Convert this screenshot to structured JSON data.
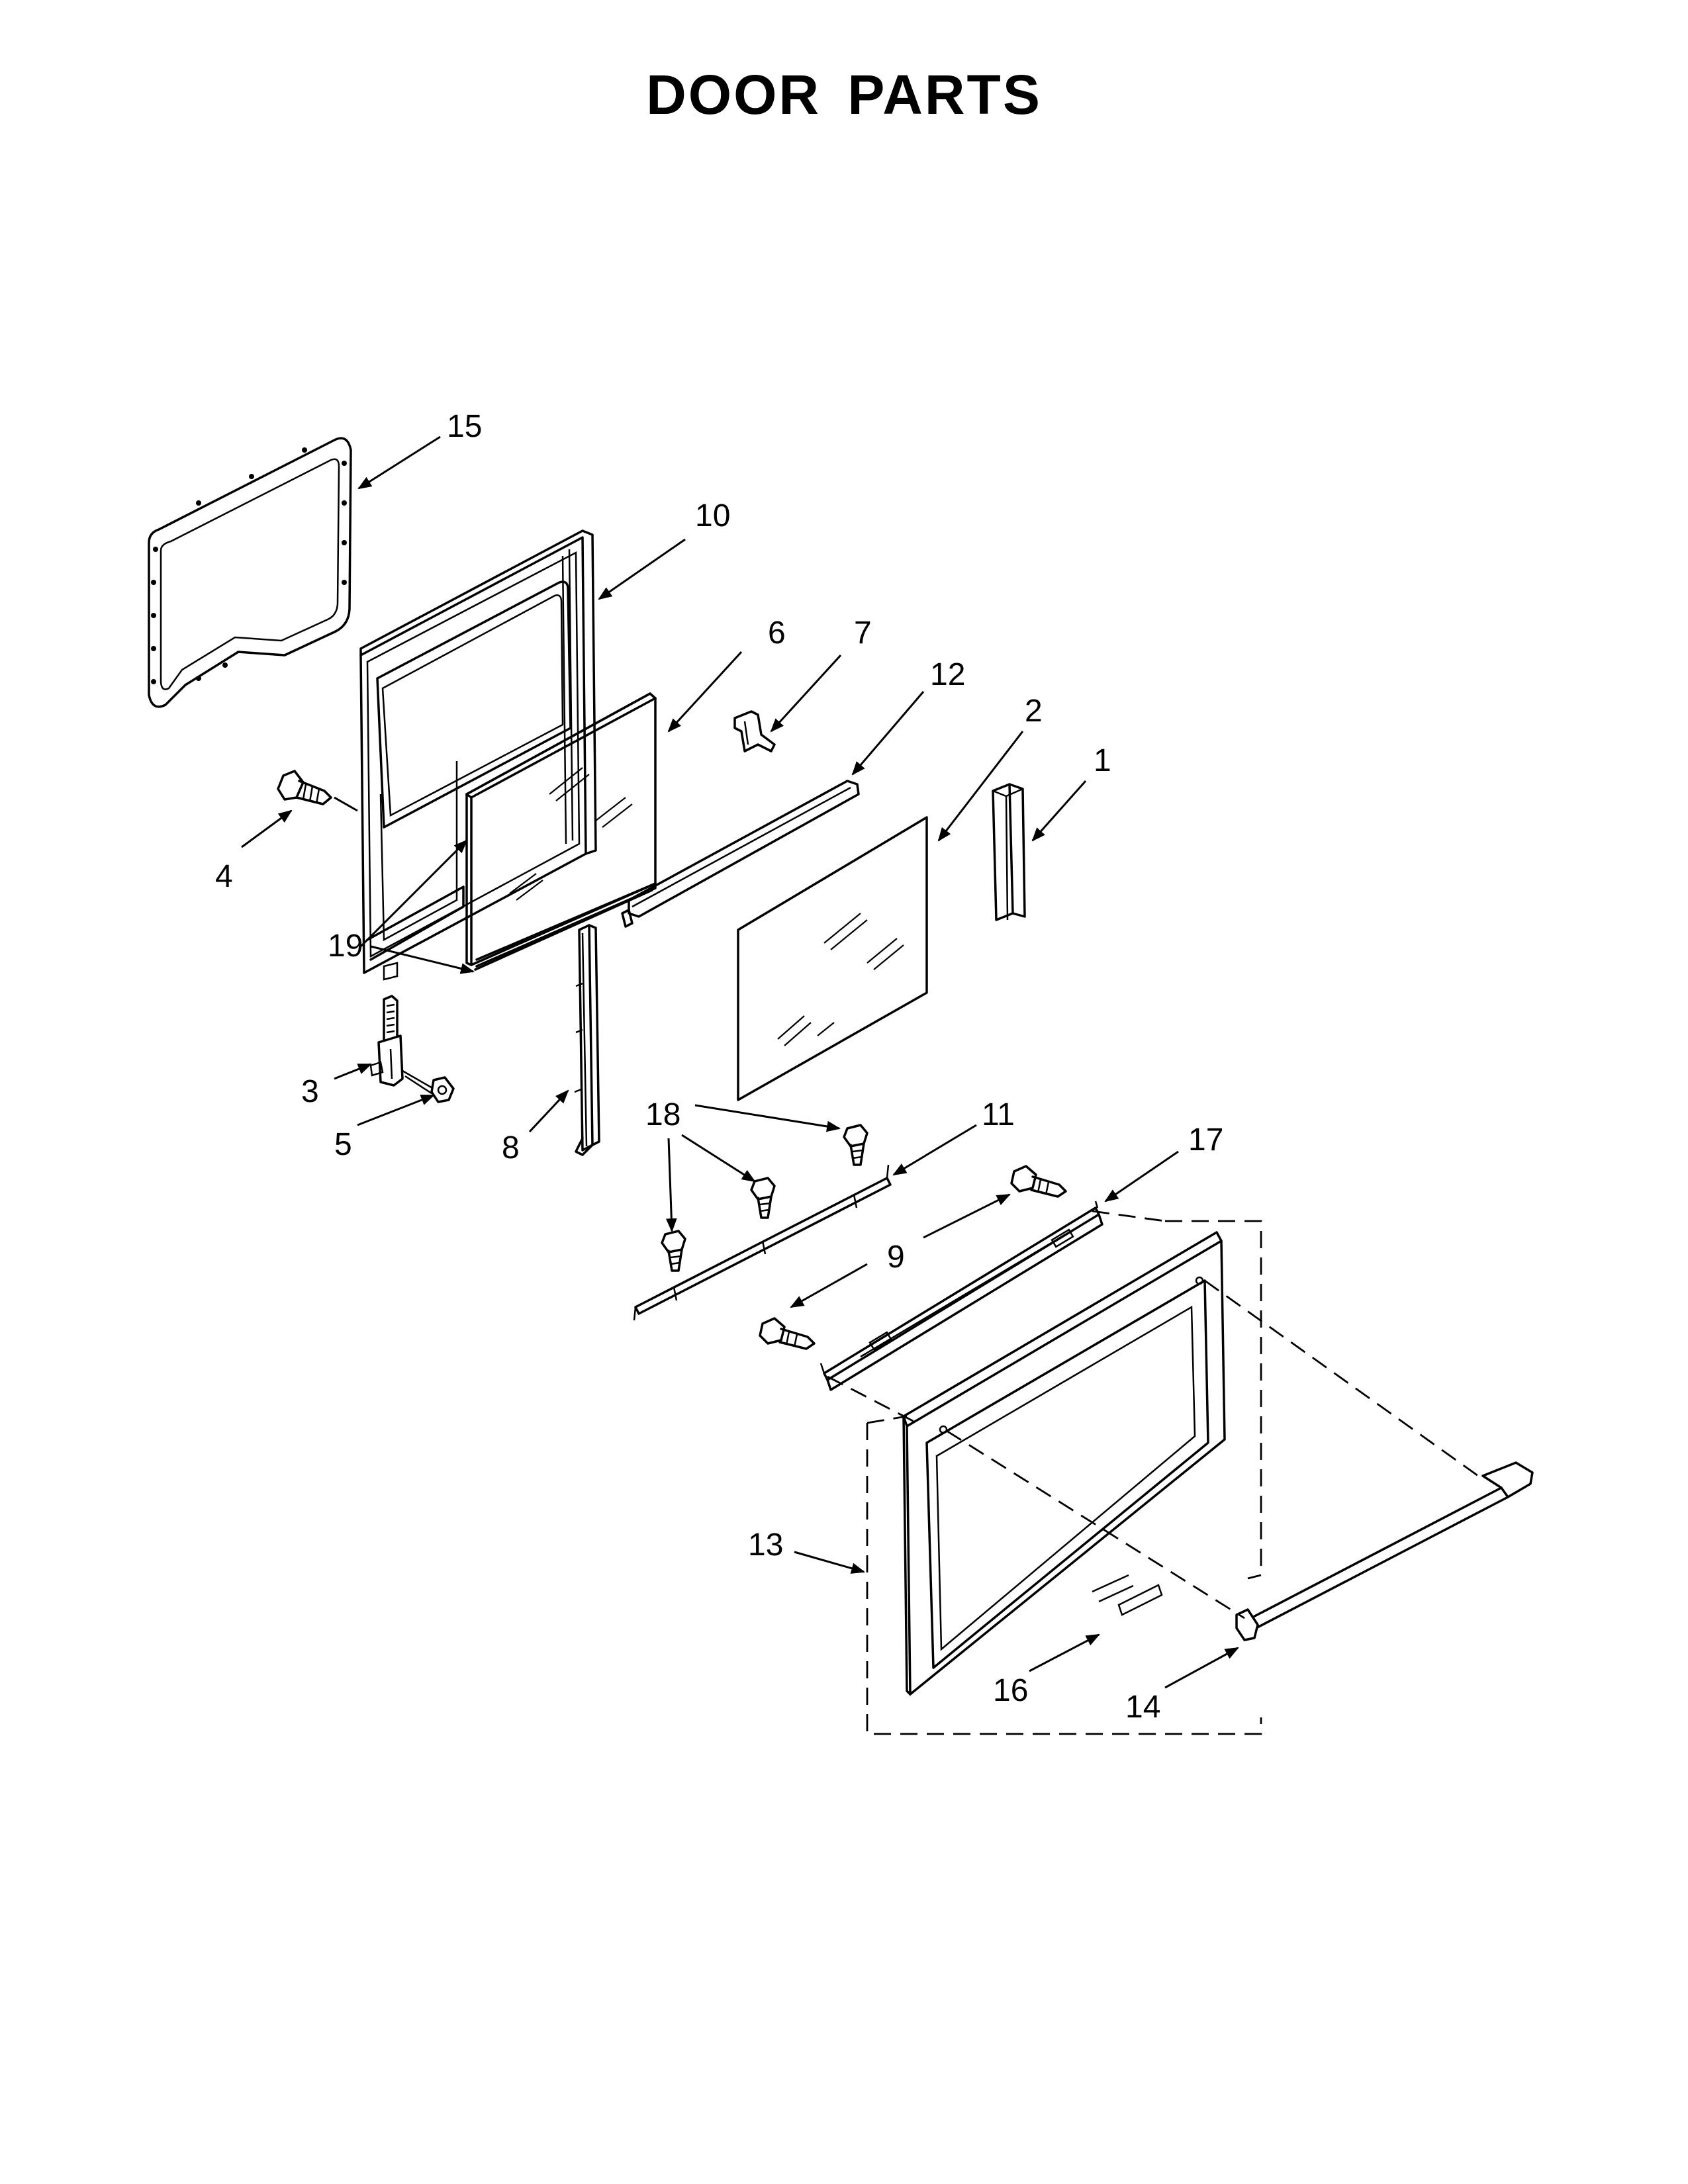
{
  "title": "DOOR PARTS",
  "callouts": [
    {
      "id": "1",
      "label": "1"
    },
    {
      "id": "2",
      "label": "2"
    },
    {
      "id": "3",
      "label": "3"
    },
    {
      "id": "4",
      "label": "4"
    },
    {
      "id": "5",
      "label": "5"
    },
    {
      "id": "6",
      "label": "6"
    },
    {
      "id": "7",
      "label": "7"
    },
    {
      "id": "8",
      "label": "8"
    },
    {
      "id": "9",
      "label": "9"
    },
    {
      "id": "10",
      "label": "10"
    },
    {
      "id": "11",
      "label": "11"
    },
    {
      "id": "12",
      "label": "12"
    },
    {
      "id": "13",
      "label": "13"
    },
    {
      "id": "14",
      "label": "14"
    },
    {
      "id": "15",
      "label": "15"
    },
    {
      "id": "16",
      "label": "16"
    },
    {
      "id": "17",
      "label": "17"
    },
    {
      "id": "18",
      "label": "18"
    },
    {
      "id": "19",
      "label": "19"
    }
  ]
}
